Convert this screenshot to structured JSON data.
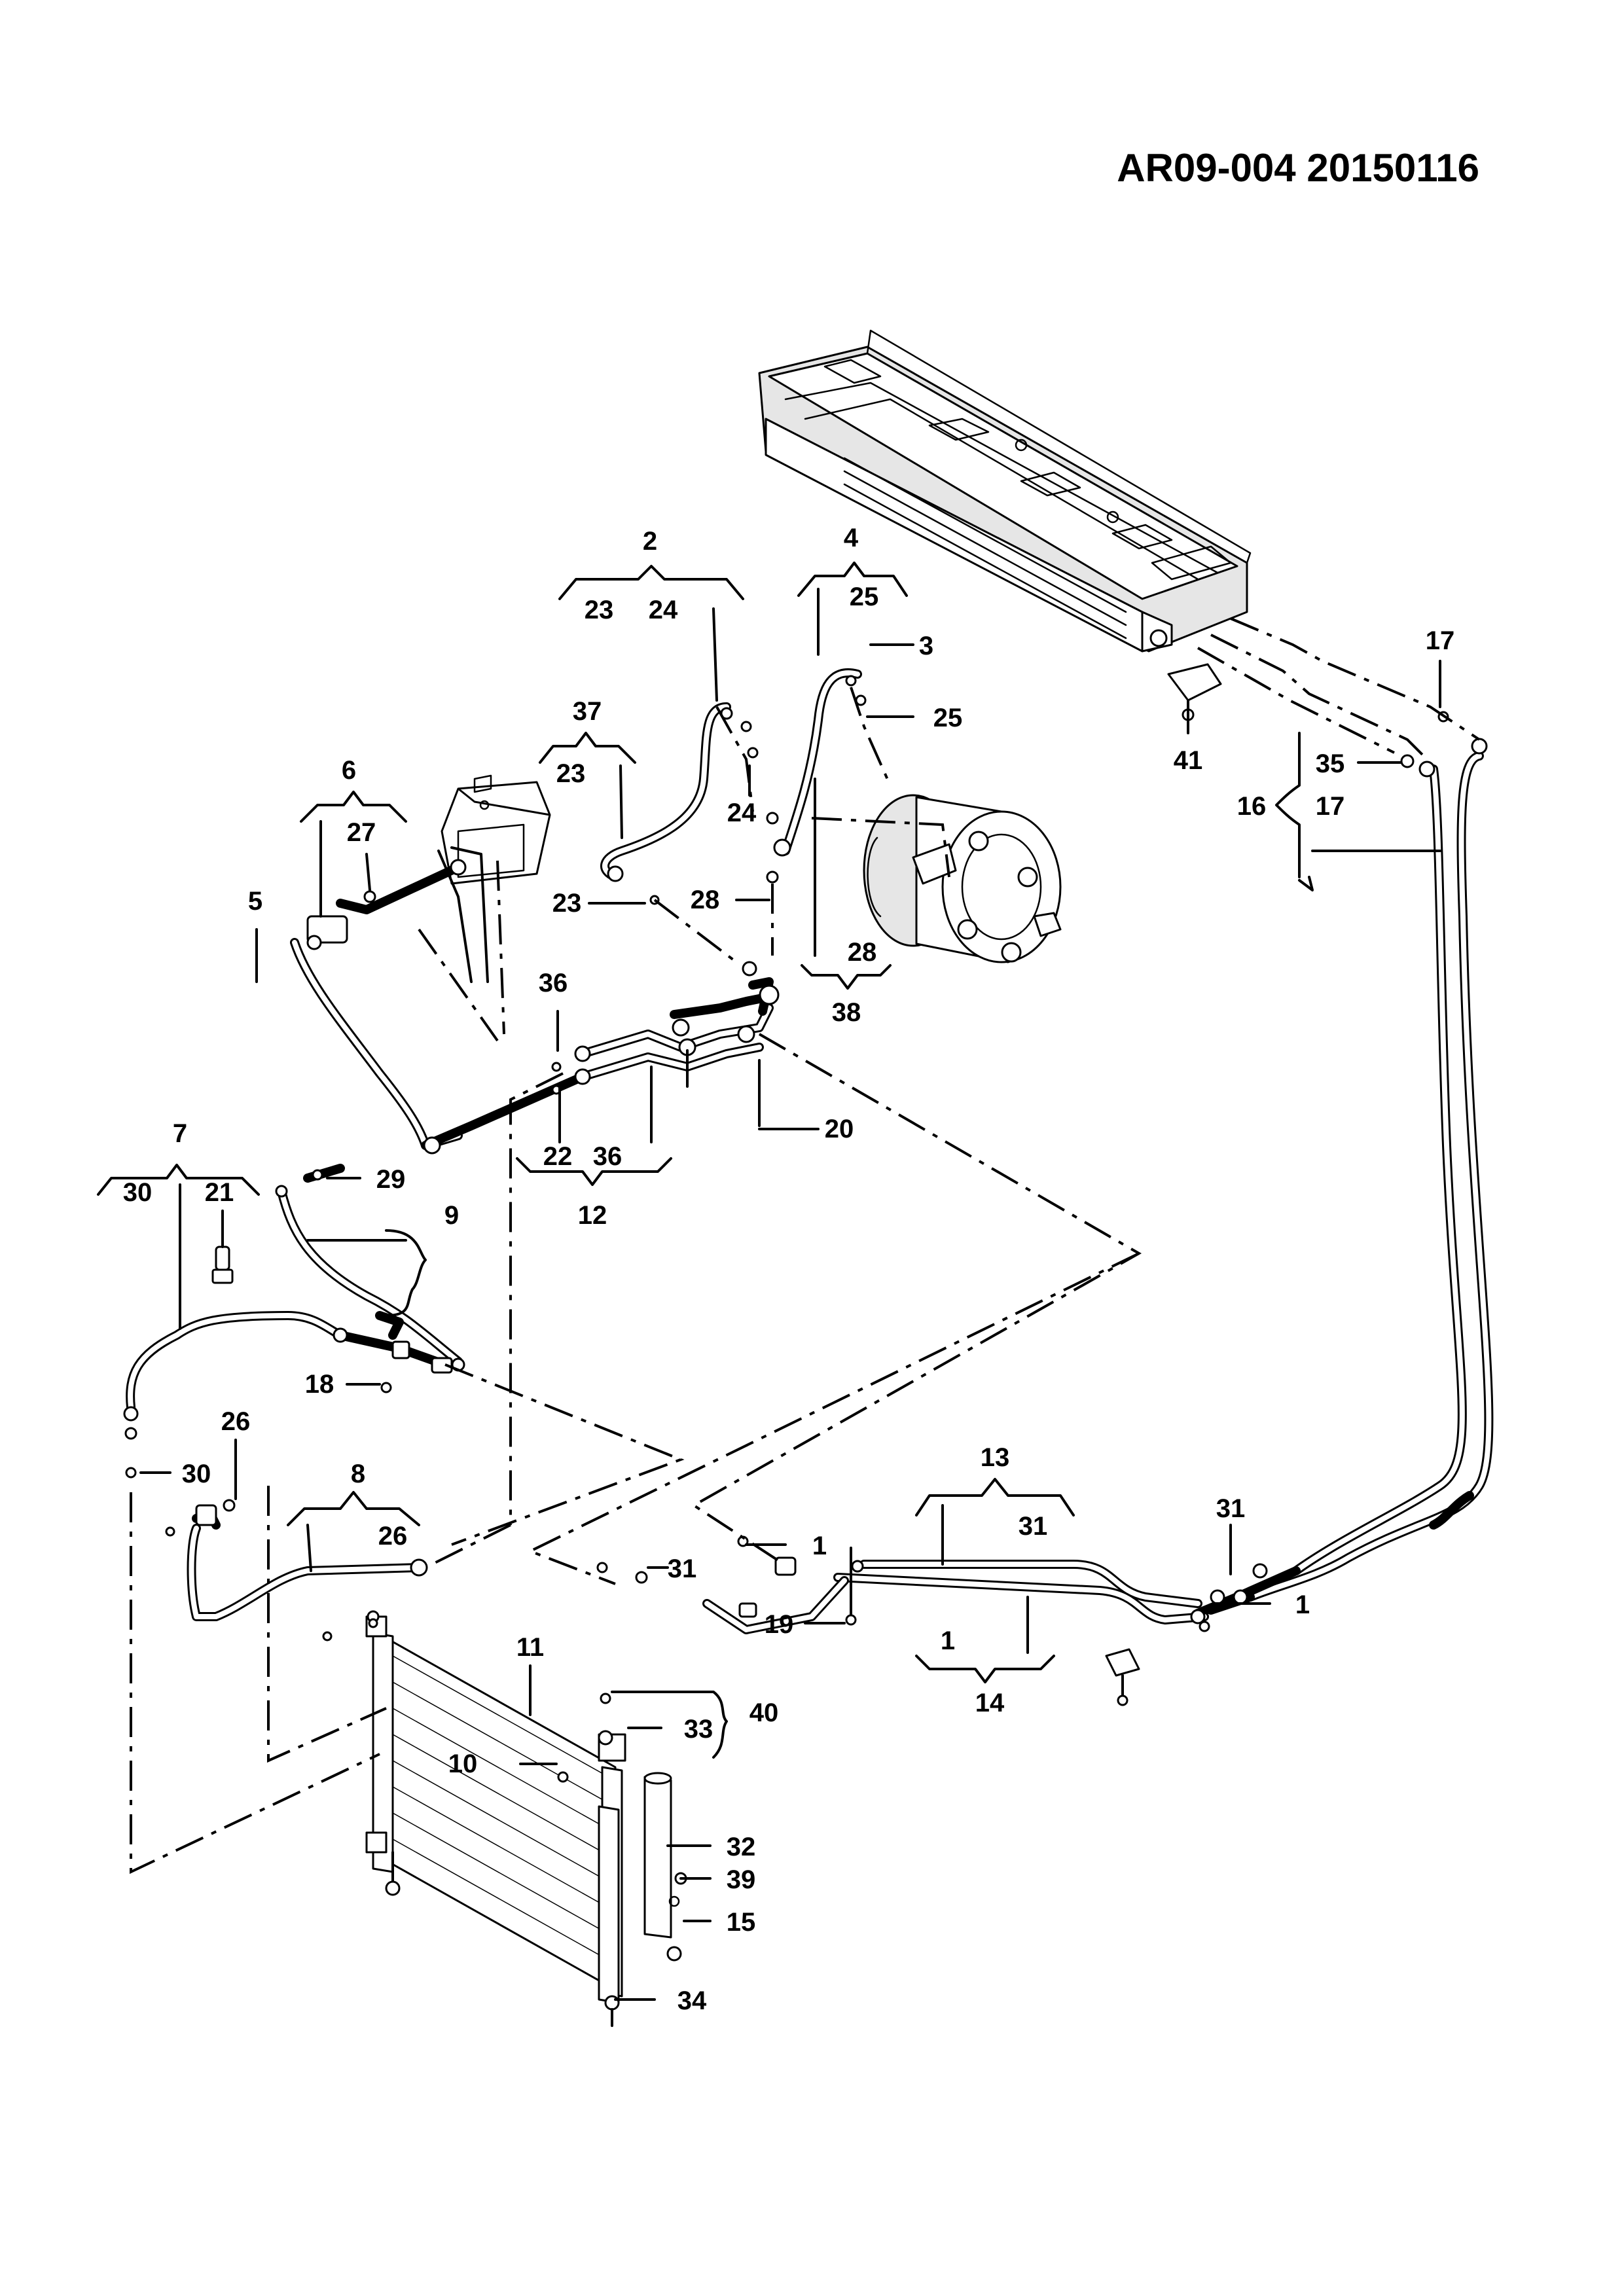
{
  "header": {
    "doc_id": "AR09-004  20150116"
  },
  "labels": {
    "l1a": "1",
    "l1b": "1",
    "l1c": "1",
    "l2": "2",
    "l3": "3",
    "l4": "4",
    "l5": "5",
    "l6": "6",
    "l7": "7",
    "l8": "8",
    "l9": "9",
    "l10": "10",
    "l11": "11",
    "l12": "12",
    "l13": "13",
    "l14": "14",
    "l15": "15",
    "l16": "16",
    "l17a": "17",
    "l17b": "17",
    "l18": "18",
    "l19": "19",
    "l20": "20",
    "l21": "21",
    "l22": "22",
    "l23a": "23",
    "l23b": "23",
    "l23c": "23",
    "l24a": "24",
    "l24b": "24",
    "l25a": "25",
    "l25b": "25",
    "l26a": "26",
    "l26b": "26",
    "l27": "27",
    "l28a": "28",
    "l28b": "28",
    "l29": "29",
    "l30a": "30",
    "l30b": "30",
    "l31a": "31",
    "l31b": "31",
    "l31c": "31",
    "l32": "32",
    "l33": "33",
    "l34": "34",
    "l35": "35",
    "l36a": "36",
    "l36b": "36",
    "l37": "37",
    "l38": "38",
    "l39": "39",
    "l40": "40",
    "l41": "41"
  }
}
